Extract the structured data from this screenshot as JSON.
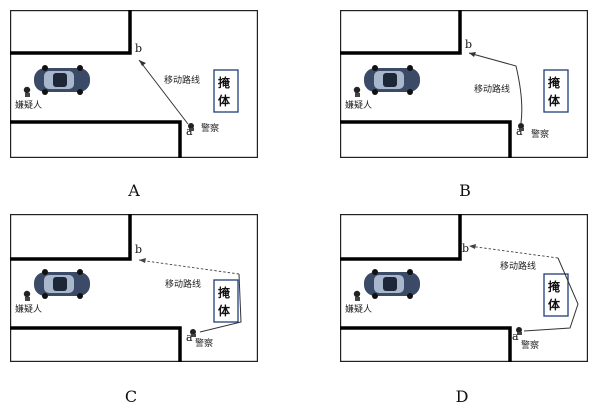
{
  "panels": [
    {
      "id": "A",
      "caption": "A",
      "point_b": "b",
      "point_a": "a",
      "route_label": "移动路线",
      "suspect_label": "嫌疑人",
      "police_label": "警察",
      "cover_line1": "掩",
      "cover_line2": "体"
    },
    {
      "id": "B",
      "caption": "B",
      "point_b": "b",
      "point_a": "a",
      "route_label": "移动路线",
      "suspect_label": "嫌疑人",
      "police_label": "警察",
      "cover_line1": "掩",
      "cover_line2": "体"
    },
    {
      "id": "C",
      "caption": "C",
      "point_b": "b",
      "point_a": "a",
      "route_label": "移动路线",
      "suspect_label": "嫌疑人",
      "police_label": "警察",
      "cover_line1": "掩",
      "cover_line2": "体"
    },
    {
      "id": "D",
      "caption": "D",
      "point_b": "b",
      "point_a": "a",
      "route_label": "移动路线",
      "suspect_label": "嫌疑人",
      "police_label": "警察",
      "cover_line1": "掩",
      "cover_line2": "体"
    }
  ],
  "colors": {
    "wall": "#000000",
    "cover_border": "#1f3d7a",
    "car_body": "#3b4a66"
  }
}
